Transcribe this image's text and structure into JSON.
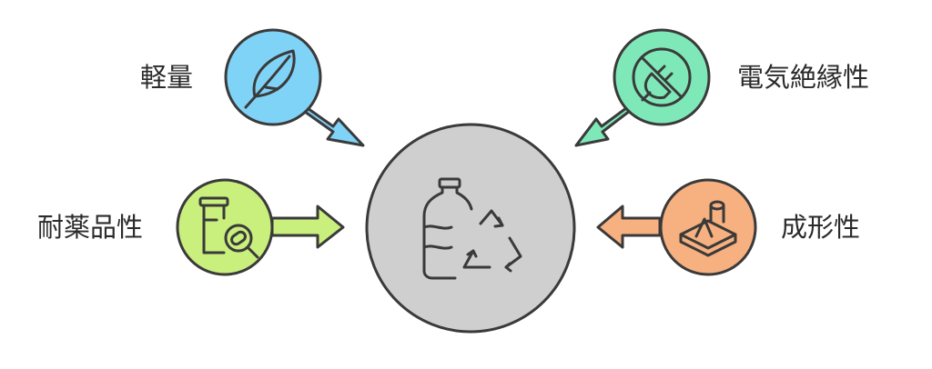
{
  "center": {
    "icon": "plastic-bottle-recycle-icon",
    "fill": "#cfcfcf"
  },
  "properties": [
    {
      "id": "lightweight",
      "label": "軽量",
      "icon": "feather-icon",
      "color": "#7fd3f7"
    },
    {
      "id": "electrical-insulation",
      "label": "電気絶縁性",
      "icon": "plug-prohibited-icon",
      "color": "#7fe8b8"
    },
    {
      "id": "chemical-resistance",
      "label": "耐薬品性",
      "icon": "medicine-bottle-magnifier-icon",
      "color": "#c9ef7d"
    },
    {
      "id": "moldability",
      "label": "成形性",
      "icon": "molding-shapes-icon",
      "color": "#f7b07f"
    }
  ],
  "outline": "#3a3a3a"
}
